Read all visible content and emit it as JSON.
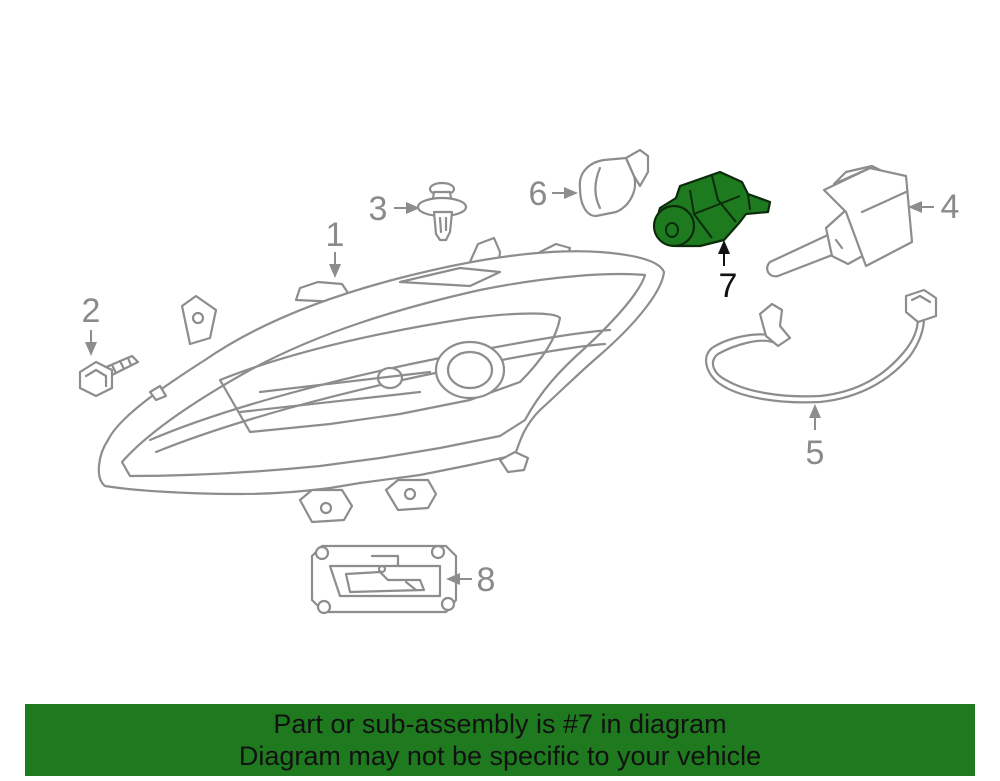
{
  "diagram": {
    "highlight_color": "#1e7a1e",
    "parts": [
      {
        "number": "1",
        "name": "headlamp-assembly"
      },
      {
        "number": "2",
        "name": "screw"
      },
      {
        "number": "3",
        "name": "retainer-clip"
      },
      {
        "number": "4",
        "name": "hid-bulb"
      },
      {
        "number": "5",
        "name": "wire-harness"
      },
      {
        "number": "6",
        "name": "wedge-bulb"
      },
      {
        "number": "7",
        "name": "bulb-socket",
        "highlighted": true
      },
      {
        "number": "8",
        "name": "ballast-module"
      }
    ]
  },
  "banner": {
    "line1": "Part or sub-assembly is #7 in diagram",
    "line2": "Diagram may not be specific to your vehicle",
    "background": "#1f7a1f"
  }
}
